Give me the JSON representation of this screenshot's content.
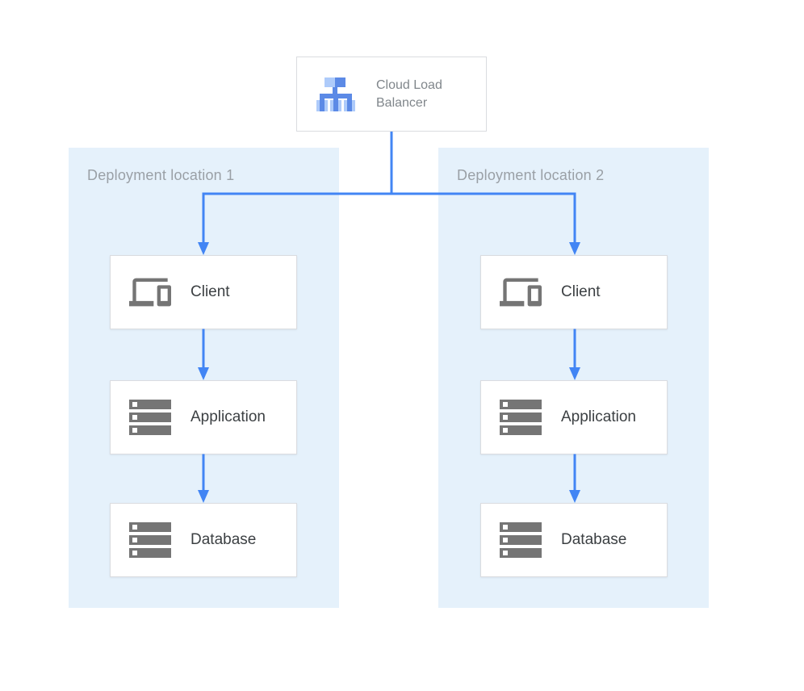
{
  "diagram": {
    "root_node": {
      "label": "Cloud Load Balancer",
      "icon": "cloud-load-balancer-icon"
    },
    "panels": [
      {
        "label": "Deployment location 1",
        "nodes": [
          {
            "label": "Client",
            "icon": "client-devices-icon"
          },
          {
            "label": "Application",
            "icon": "server-stack-icon"
          },
          {
            "label": "Database",
            "icon": "server-stack-icon"
          }
        ]
      },
      {
        "label": "Deployment location 2",
        "nodes": [
          {
            "label": "Client",
            "icon": "client-devices-icon"
          },
          {
            "label": "Application",
            "icon": "server-stack-icon"
          },
          {
            "label": "Database",
            "icon": "server-stack-icon"
          }
        ]
      }
    ],
    "colors": {
      "panel_background": "#E5F1FB",
      "connector_blue": "#4285F4",
      "node_border": "#DADCE0",
      "node_text": "#3C4043",
      "panel_label_text": "#9AA0A6",
      "root_label_text": "#80868B",
      "icon_gray": "#757575",
      "icon_blue_medium": "#5C8AE6",
      "icon_blue_light": "#AECBFA"
    }
  }
}
